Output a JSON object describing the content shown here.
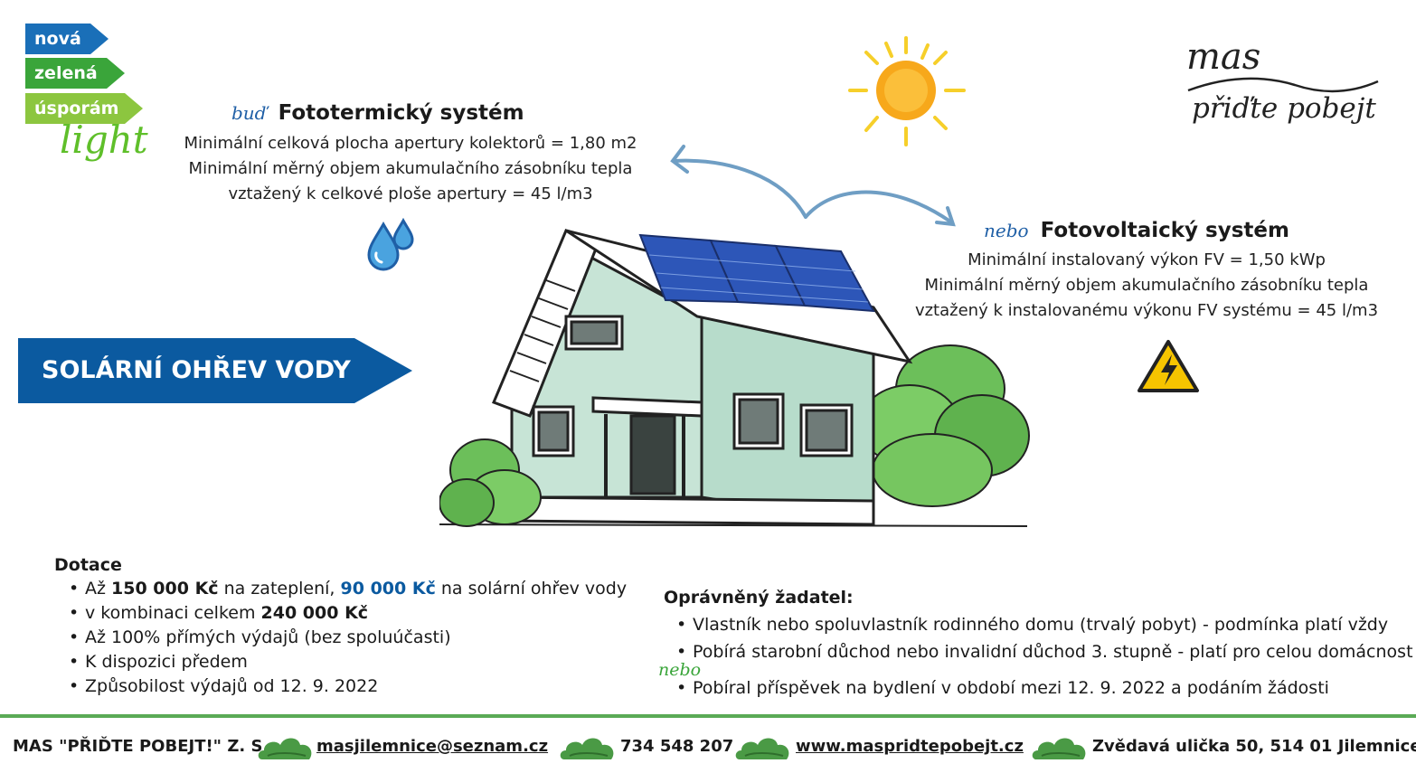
{
  "logo_left": {
    "line1": "nová",
    "line2": "zelená",
    "line3": "úsporám",
    "line4": "light"
  },
  "logo_right": {
    "line1": "mas",
    "line2": "přiďte pobejt"
  },
  "solar_thermal": {
    "prefix": "buď",
    "title": "Fototermický systém",
    "lines": [
      "Minimální celková plocha apertury kolektorů = 1,80 m2",
      "Minimální měrný objem akumulačního zásobníku tepla",
      "vztažený k celkové ploše apertury = 45 l/m3"
    ]
  },
  "photovoltaic": {
    "prefix": "nebo",
    "title": "Fotovoltaický systém",
    "lines": [
      "Minimální  instalovaný výkon  FV  = 1,50 kWp",
      "Minimální měrný objem akumulačního zásobníku tepla",
      "vztažený k instalovanému výkonu FV systému = 45 l/m3"
    ]
  },
  "banner": {
    "label": "SOLÁRNÍ OHŘEV VODY"
  },
  "dotace": {
    "heading": "Dotace",
    "item1": {
      "pre": "Až ",
      "amount1": "150 000 Kč",
      "mid": " na zateplení, ",
      "amount2": "90 000 Kč",
      "post": " na solární ohřev vody"
    },
    "item1b": {
      "pre": "v kombinaci celkem ",
      "amount": "240 000 Kč"
    },
    "item2": "Až 100% přímých výdajů (bez spoluúčasti)",
    "item3": "K dispozici předem",
    "item4": "Způsobilost výdajů od 12. 9. 2022"
  },
  "zadatel": {
    "heading": "Oprávněný žadatel:",
    "items": [
      "Vlastník nebo spoluvlastník rodinného domu (trvalý pobyt) - podmínka platí vždy",
      "Pobírá starobní důchod nebo invalidní důchod 3. stupně - platí pro celou domácnost",
      "Pobíral příspěvek na bydlení v období mezi 12. 9. 2022 a podáním žádosti"
    ],
    "or_label": "nebo"
  },
  "footer": {
    "org": "MAS \"PŘIĎTE POBEJT!\" Z. S.",
    "email": "masjilemnice@seznam.cz",
    "phone": "734 548 207",
    "web": "www.maspridtepobejt.cz",
    "address": "Zvědavá ulička 50, 514 01 Jilemnice"
  },
  "icons": [
    "sun-icon",
    "water-drops-icon",
    "high-voltage-warning-icon",
    "bush-icon",
    "curved-arrows-icon"
  ],
  "colors": {
    "brand_blue": "#0b5aa0",
    "green": "#5aaa55",
    "light_green": "#5fbf2a",
    "house_mint": "#bfe0d2",
    "warning_yellow": "#f6c400"
  }
}
